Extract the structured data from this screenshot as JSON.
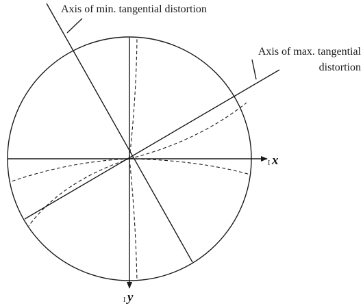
{
  "labels": {
    "min_axis": "Axis of min. tangential distortion",
    "max_axis_line1": "Axis of max. tangential",
    "max_axis_line2": "distortion",
    "x_axis_main": "x",
    "x_axis_sub": "I",
    "y_axis_main": "y",
    "y_axis_sub": "I"
  },
  "colors": {
    "ink": "#1a1a1a",
    "background": "#ffffff"
  }
}
